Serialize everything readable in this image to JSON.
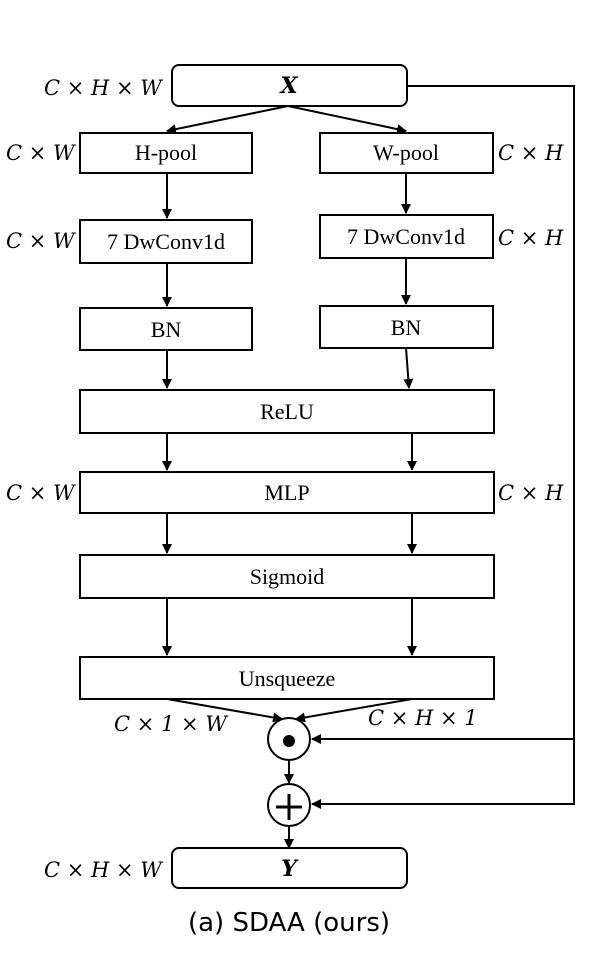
{
  "nodes": {
    "input": "X",
    "hpool": "H-pool",
    "wpool": "W-pool",
    "dwconv_left": "7 DwConv1d",
    "dwconv_right": "7 DwConv1d",
    "bn_left": "BN",
    "bn_right": "BN",
    "relu": "ReLU",
    "mlp": "MLP",
    "sigmoid": "Sigmoid",
    "unsqueeze": "Unsqueeze",
    "output": "Y"
  },
  "dims": {
    "input": "C × H × W",
    "hpool": "C × W",
    "wpool": "C × H",
    "dwconv_left": "C × W",
    "dwconv_right": "C × H",
    "mlp_left": "C × W",
    "mlp_right": "C × H",
    "unsqueeze_left": "C × 1 × W",
    "unsqueeze_right": "C × H × 1",
    "output": "C × H × W"
  },
  "caption": "(a) SDAA (ours)"
}
